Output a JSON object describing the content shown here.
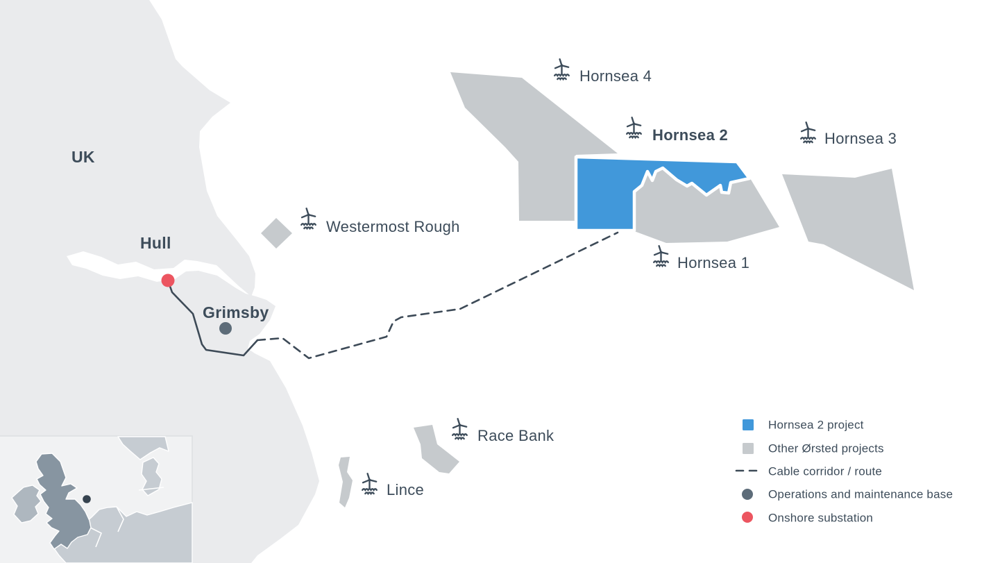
{
  "map": {
    "region_labels": {
      "uk": "UK",
      "hull": "Hull",
      "grimsby": "Grimsby"
    },
    "wind_farms": [
      {
        "id": "hornsea-4",
        "label": "Hornsea 4"
      },
      {
        "id": "hornsea-2",
        "label": "Hornsea 2"
      },
      {
        "id": "hornsea-3",
        "label": "Hornsea 3"
      },
      {
        "id": "hornsea-1",
        "label": "Hornsea 1"
      },
      {
        "id": "westermost-rough",
        "label": "Westermost Rough"
      },
      {
        "id": "race-bank",
        "label": "Race Bank"
      },
      {
        "id": "lince",
        "label": "Lince"
      }
    ],
    "legend": {
      "items": [
        {
          "swatch": "blue-square",
          "label": "Hornsea 2 project"
        },
        {
          "swatch": "gray-square",
          "label": "Other Ørsted projects"
        },
        {
          "swatch": "dashed-line",
          "label": "Cable corridor / route"
        },
        {
          "swatch": "dark-dot",
          "label": "Operations and maintenance base"
        },
        {
          "swatch": "red-dot",
          "label": "Onshore substation"
        }
      ]
    },
    "colors": {
      "sea": "#ffffff",
      "land": "#eaebed",
      "other_projects_gray": "#c6cacd",
      "hornsea2_blue": "#4198da",
      "label_dark": "#3d4c5a",
      "route_line": "#3d4a57",
      "onshore_substation_red": "#ec5560",
      "om_base_dot": "#5d6c79",
      "inset_background": "#f1f2f3",
      "inset_uk": "#8795a1",
      "inset_ireland": "#aeb7bf",
      "inset_europe": "#c6ccd2",
      "inset_dot": "#36434f"
    }
  }
}
